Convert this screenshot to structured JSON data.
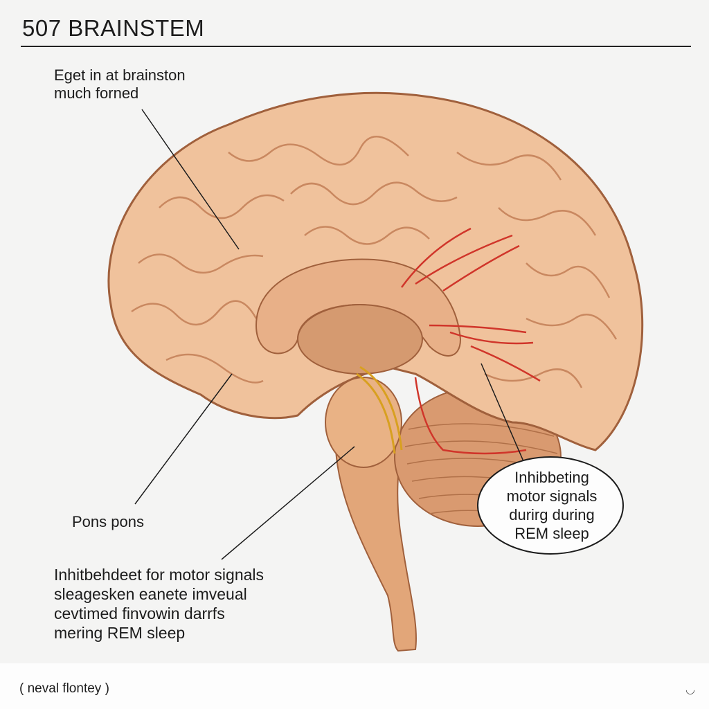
{
  "header": {
    "title": "507 BRAINSTEM"
  },
  "labels": {
    "top_left": "Eget in at brainston\nmuch forned",
    "pons": "Pons pons",
    "bottom": "Inhitbehdeet for motor signals\nsleagesken eanete imveual\ncevtimed finvowin darrfs\nmering REM sleep",
    "callout": "Inhibbeting\nmotor signals\ndurirg during\nREM sleep"
  },
  "footer": {
    "caption": "( neval flontey )",
    "spinner_icon": "loading-icon"
  },
  "colors": {
    "brain": "#eebd95",
    "outline": "#a0603c",
    "nerve": "#d0352a",
    "background": "#f4f4f3"
  }
}
